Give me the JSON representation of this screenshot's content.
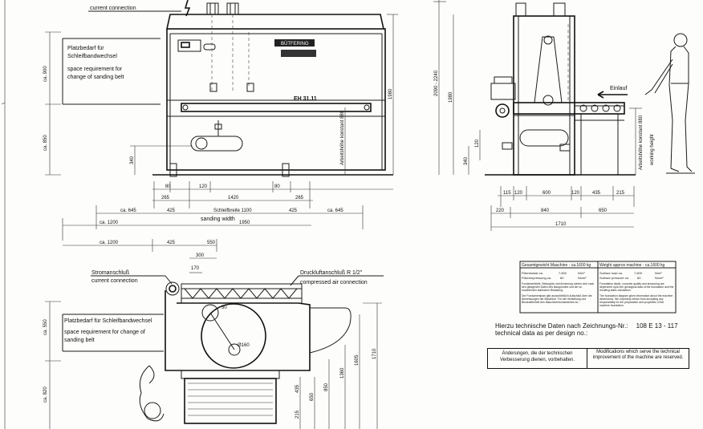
{
  "front_view": {
    "current_connection": "current connection",
    "space_de_1": "Platzbedarf für",
    "space_de_2": "Schleifbandwechsel",
    "space_en_1": "space requirement for",
    "space_en_2": "change of  sanding belt",
    "brand": "BÜTFERING",
    "model": "EH 31.11",
    "working_height_de": "Arbeitshöhe konstant 880",
    "dims": {
      "v_900": "ca. 900",
      "v_850": "ca. 850",
      "v_1980": "1980",
      "v_340": "340",
      "h_80a": "80",
      "h_120": "120",
      "h_80b": "80",
      "h_265a": "265",
      "h_1420": "1420",
      "h_265b": "265",
      "h_645a": "ca. 645",
      "h_425a": "425",
      "h_1100": "Schleifbreite 1100",
      "h_425b": "425",
      "h_645b": "ca. 645",
      "sanding_width": "sanding width",
      "h_1200": "ca. 1200",
      "h_1950": "1950"
    }
  },
  "side_view": {
    "infeed": "Einlauf",
    "working_height_de": "Arbeitshöhe konstant 880",
    "working_height_en": "working height",
    "dims": {
      "v_2090": "2090 - 2240",
      "v_1980": "1980",
      "v_120": "120",
      "v_340": "340",
      "h_115": "115",
      "h_120": "120",
      "h_600": "600",
      "h_120b": "120",
      "h_435": "435",
      "h_215": "215",
      "h_220": "220",
      "h_840": "840",
      "h_650": "650",
      "h_1710": "1710"
    }
  },
  "top_view": {
    "power_de": "Stromanschluß",
    "power_en": "current connection",
    "air_de": "Druckluftanschluß  R 1/2\"",
    "air_en": "compressed air connection",
    "space_de_1": "Platzbedarf für Schleifbandwechsel",
    "space_en_1": "space requirement for change of",
    "space_en_2": "sanding belt",
    "dims": {
      "h_1200": "ca. 1200",
      "h_425": "425",
      "h_550": "550",
      "h_300": "300",
      "h_170": "170",
      "d_50": "50",
      "d_160": "Ø160",
      "v_550": "ca. 550",
      "v_820": "ca. 820",
      "v_1710": "1710",
      "v_1605": "1605",
      "v_1360": "1360",
      "v_850": "850",
      "v_650": "650",
      "v_435": "435",
      "v_215": "215"
    }
  },
  "weight_table": {
    "header_de": "Gesamtgewicht Maschine - ca.1600 kg",
    "header_en": "Weight approx machine - ca.1600 kg",
    "row1_de": "Flächenlast   ca.",
    "row1_val": "7,600",
    "row1_unit": "N/m²",
    "row2_de": "Flächenpressung  ca.",
    "row2_val": "60",
    "row2_unit": "N/cm²",
    "row1_en": "Surface load  ca.",
    "row2_en": "Surface pressure  ca.",
    "note_de": "Fundamenttiefe, Betongüte und Armierung richten sich nach den gelagerten Daten des Baugrundes und der zu erwartenden statischen Belastung.",
    "note_de2": "Der Fundamentplan gibt ausschließlich Aufschluß über die Abmessungen der Maschine. Für die Herstellung und Beschaffenheit des Maschinenfundamentes ist...",
    "note_en": "Foundation depth, concrete quality and armouring are dependent upon the geological data of the foundation and the resulting static calculation.",
    "note_en2": "The foundation diagram gives information about the machine dimensions. We expressly refrain from accepting any responsibility for the preparation and properties of the machine foundation."
  },
  "tech_data": {
    "line_de": "Hierzu technische Daten nach Zeichnungs-Nr.:",
    "drawing_no": "108 E 13 - 117",
    "line_en": "technical data as per design no.:"
  },
  "disclaimer": {
    "de": "Änderungen, die der technischen Verbesserung dienen, vorbehalten.",
    "en": "Modifications which serve the technical improvement of the machine are reserved."
  }
}
